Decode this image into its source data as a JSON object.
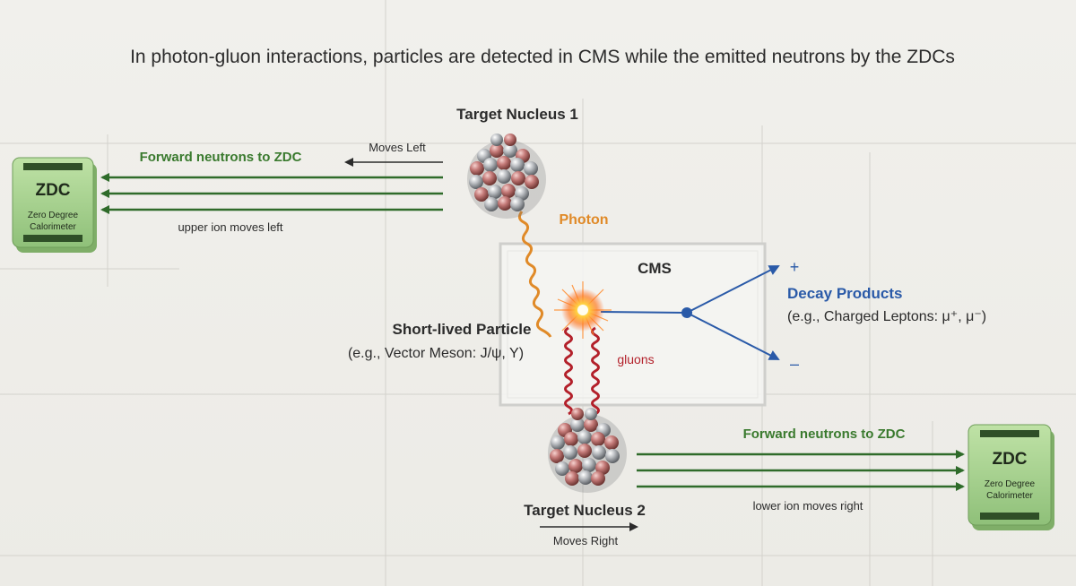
{
  "title": "In photon-gluon interactions, particles are detected in CMS while the emitted neutrons by the ZDCs",
  "nucleus1": {
    "label": "Target Nucleus 1",
    "motion": "Moves Left"
  },
  "nucleus2": {
    "label": "Target Nucleus 2",
    "motion": "Moves Right"
  },
  "zdc_left": {
    "abbr": "ZDC",
    "name_line1": "Zero Degree",
    "name_line2": "Calorimeter"
  },
  "zdc_right": {
    "abbr": "ZDC",
    "name_line1": "Zero Degree",
    "name_line2": "Calorimeter"
  },
  "neutrons_left": {
    "label": "Forward neutrons to ZDC",
    "note": "upper ion moves left"
  },
  "neutrons_right": {
    "label": "Forward neutrons to ZDC",
    "note": "lower ion moves right"
  },
  "photon_label": "Photon",
  "gluons_label": "gluons",
  "cms_label": "CMS",
  "particle": {
    "title": "Short-lived Particle",
    "example": "(e.g., Vector Meson: J/ψ, Υ)"
  },
  "decay": {
    "title": "Decay Products",
    "example": "(e.g., Charged Leptons: μ⁺, μ⁻)",
    "plus": "+",
    "minus": "–"
  },
  "colors": {
    "neutron_green": "#2f6b2a",
    "neutron_label": "#3a7a2e",
    "photon": "#e08a28",
    "gluon": "#b3202a",
    "decay_blue": "#2a5aa8",
    "zdc_face": "#a6d08c"
  }
}
